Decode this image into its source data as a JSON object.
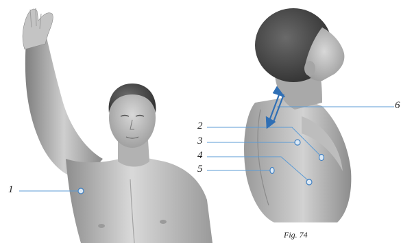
{
  "colors": {
    "leader": "#5b9bd5",
    "marker_fill": "#dce9f5",
    "marker_stroke": "#3f7fc1",
    "arrow": "#2f6fb5",
    "skin_light": "#e9e9e9",
    "skin_mid": "#b9b9b9",
    "skin_dark": "#7d7d7d",
    "hair": "#4a4a4a"
  },
  "labels": {
    "l1": "1",
    "l2": "2",
    "l3": "3",
    "l4": "4",
    "l5": "5",
    "l6": "6"
  },
  "caption": "Fig. 74"
}
